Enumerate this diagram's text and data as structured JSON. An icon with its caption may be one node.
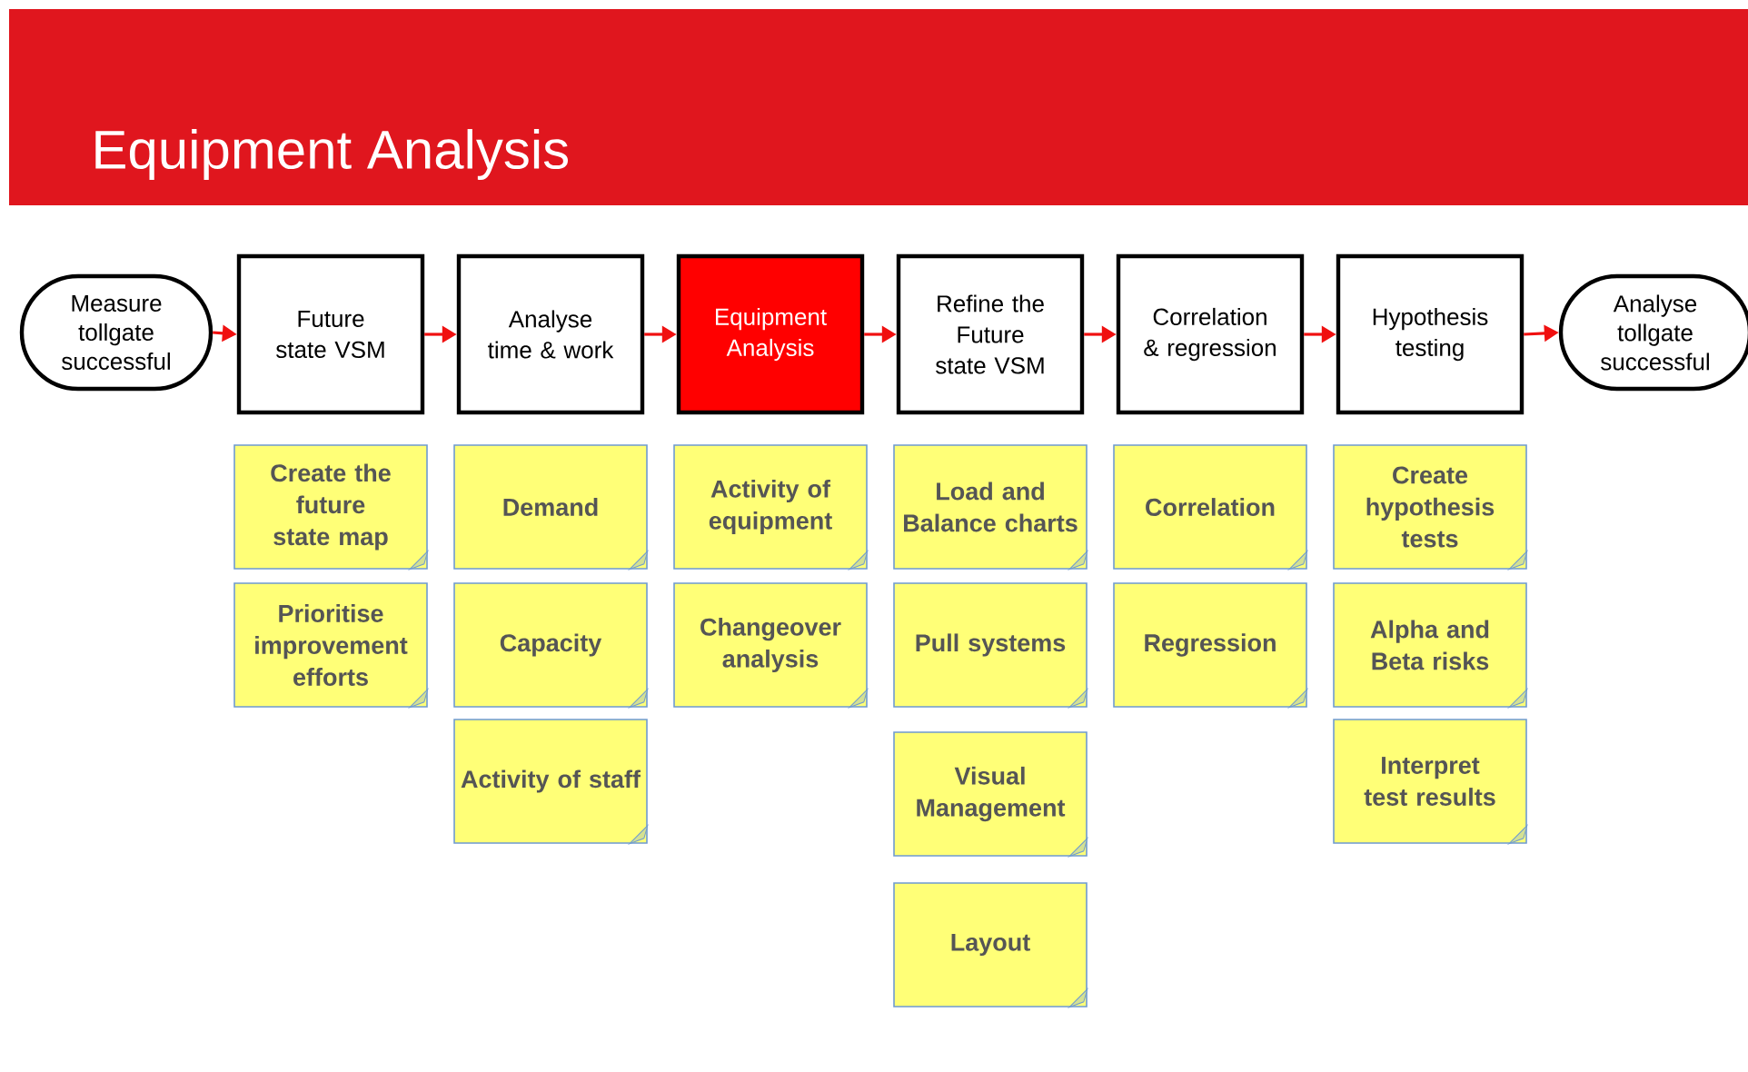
{
  "diagram": {
    "title": "Equipment Analysis",
    "nodes": [
      {
        "text": [
          "Measure tollgate successful"
        ]
      },
      {
        "text": [
          "Future state VSM"
        ]
      },
      {
        "text": [
          "Analyse time & work"
        ]
      },
      {
        "text": [
          "Equipment Analysis"
        ]
      },
      {
        "text": [
          "Refine the Future state VSM"
        ]
      },
      {
        "text": [
          "Correlation & regression"
        ]
      },
      {
        "text": [
          "Hypothesis testing"
        ]
      },
      {
        "text": [
          "Analyse tollgate successful"
        ]
      },
      {
        "text": [
          "Create the future state map"
        ]
      },
      {
        "text": [
          "Prioritise improvement efforts"
        ]
      },
      {
        "text": [
          "Demand"
        ]
      },
      {
        "text": [
          "Capacity"
        ]
      },
      {
        "text": [
          "Activity of staff"
        ]
      },
      {
        "text": [
          "Activity of equipment"
        ]
      },
      {
        "text": [
          "Changeover analysis"
        ]
      },
      {
        "text": [
          "Load and Balance charts"
        ]
      },
      {
        "text": [
          "Pull systems"
        ]
      },
      {
        "text": [
          "Visual Management"
        ]
      },
      {
        "text": [
          "Layout"
        ]
      },
      {
        "text": [
          "Correlation"
        ]
      },
      {
        "text": [
          "Regression"
        ]
      },
      {
        "text": [
          "Create hypothesis tests"
        ]
      },
      {
        "text": [
          "Alpha and Beta risks"
        ]
      },
      {
        "text": [
          "Interpret test results"
        ]
      }
    ],
    "edges": [
      {
        "from": 0,
        "to": 1,
        "arrow": "to"
      },
      {
        "from": 1,
        "to": 2,
        "arrow": "to"
      },
      {
        "from": 2,
        "to": 3,
        "arrow": "to"
      },
      {
        "from": 3,
        "to": 4,
        "arrow": "to"
      },
      {
        "from": 4,
        "to": 5,
        "arrow": "to"
      },
      {
        "from": 5,
        "to": 6,
        "arrow": "to"
      },
      {
        "from": 6,
        "to": 7,
        "arrow": "to"
      }
    ]
  }
}
